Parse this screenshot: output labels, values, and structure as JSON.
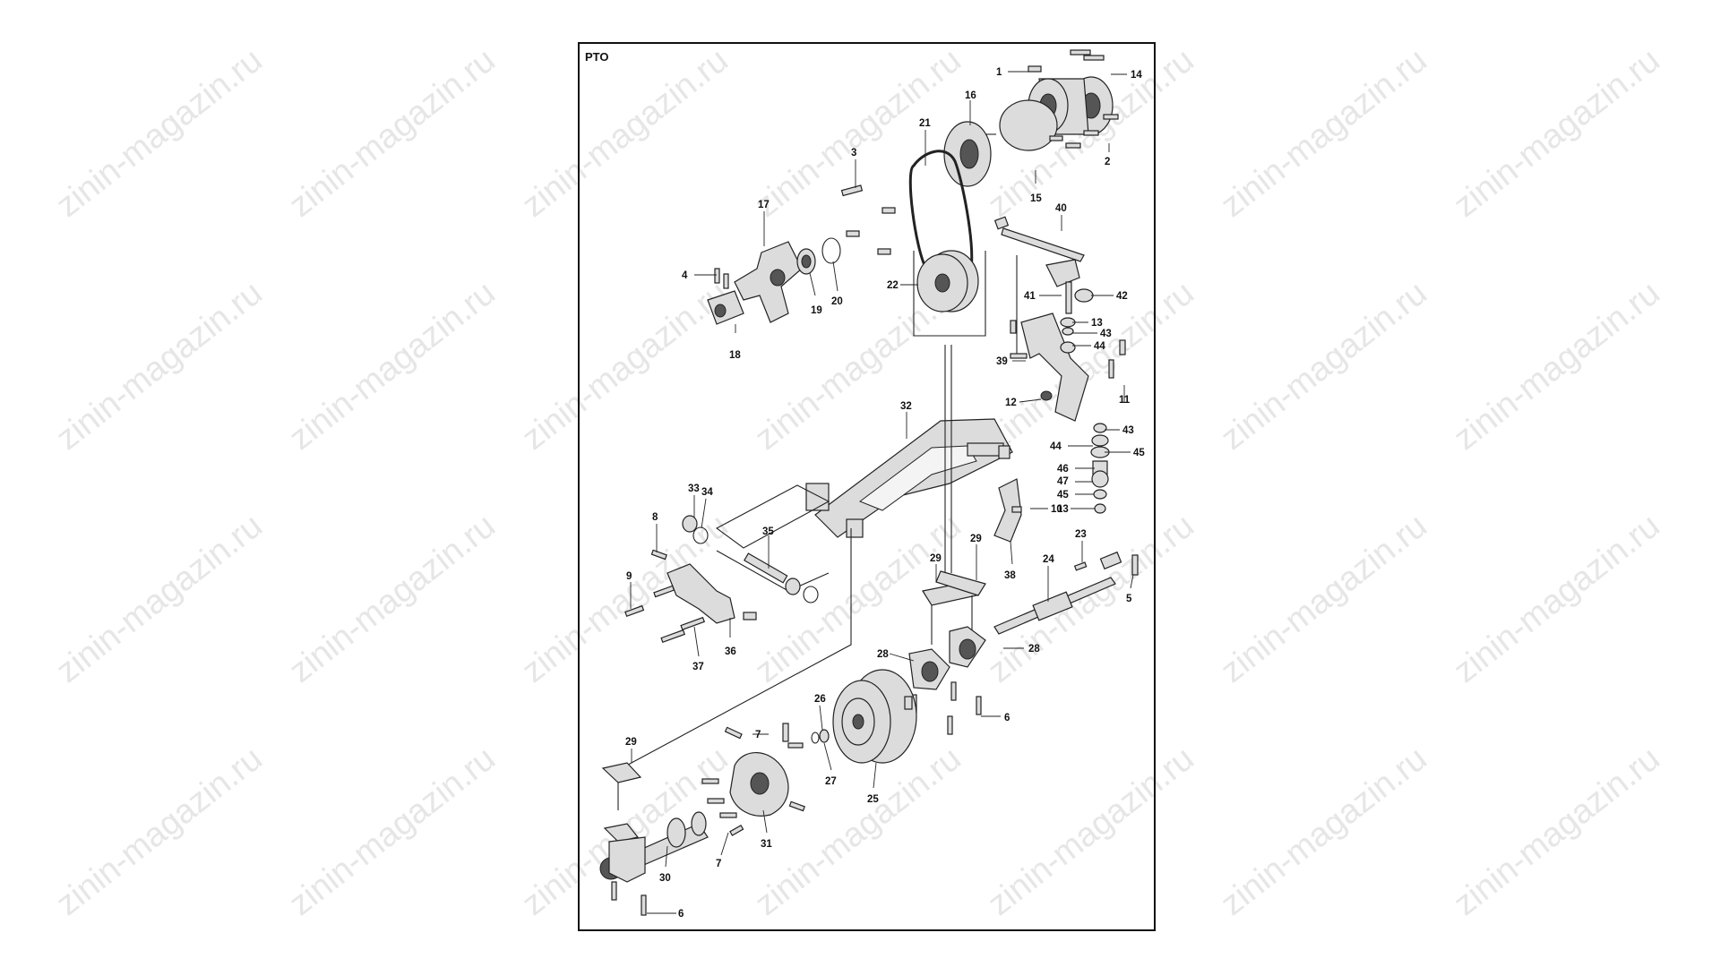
{
  "title": "PTO",
  "watermark": "zinin-magazin.ru",
  "callouts": [
    {
      "id": "c1",
      "label": "1"
    },
    {
      "id": "c14",
      "label": "14"
    },
    {
      "id": "c16",
      "label": "16"
    },
    {
      "id": "c21",
      "label": "21"
    },
    {
      "id": "c2",
      "label": "2"
    },
    {
      "id": "c15",
      "label": "15"
    },
    {
      "id": "c3",
      "label": "3"
    },
    {
      "id": "c40",
      "label": "40"
    },
    {
      "id": "c17",
      "label": "17"
    },
    {
      "id": "c4",
      "label": "4"
    },
    {
      "id": "c19",
      "label": "19"
    },
    {
      "id": "c20",
      "label": "20"
    },
    {
      "id": "c22",
      "label": "22"
    },
    {
      "id": "c41",
      "label": "41"
    },
    {
      "id": "c42",
      "label": "42"
    },
    {
      "id": "c13a",
      "label": "13"
    },
    {
      "id": "c43a",
      "label": "43"
    },
    {
      "id": "c44a",
      "label": "44"
    },
    {
      "id": "c18",
      "label": "18"
    },
    {
      "id": "c39",
      "label": "39"
    },
    {
      "id": "c12",
      "label": "12"
    },
    {
      "id": "c11",
      "label": "11"
    },
    {
      "id": "c32",
      "label": "32"
    },
    {
      "id": "c43b",
      "label": "43"
    },
    {
      "id": "c44b",
      "label": "44"
    },
    {
      "id": "c45a",
      "label": "45"
    },
    {
      "id": "c46",
      "label": "46"
    },
    {
      "id": "c47",
      "label": "47"
    },
    {
      "id": "c45b",
      "label": "45"
    },
    {
      "id": "c13b",
      "label": "13"
    },
    {
      "id": "c10",
      "label": "10"
    },
    {
      "id": "c33",
      "label": "33"
    },
    {
      "id": "c34",
      "label": "34"
    },
    {
      "id": "c8",
      "label": "8"
    },
    {
      "id": "c35",
      "label": "35"
    },
    {
      "id": "c29a",
      "label": "29"
    },
    {
      "id": "c29b",
      "label": "29"
    },
    {
      "id": "c23",
      "label": "23"
    },
    {
      "id": "c24",
      "label": "24"
    },
    {
      "id": "c38",
      "label": "38"
    },
    {
      "id": "c5",
      "label": "5"
    },
    {
      "id": "c9",
      "label": "9"
    },
    {
      "id": "c36",
      "label": "36"
    },
    {
      "id": "c37",
      "label": "37"
    },
    {
      "id": "c28a",
      "label": "28"
    },
    {
      "id": "c28b",
      "label": "28"
    },
    {
      "id": "c6a",
      "label": "6"
    },
    {
      "id": "c26",
      "label": "26"
    },
    {
      "id": "c7a",
      "label": "7"
    },
    {
      "id": "c29c",
      "label": "29"
    },
    {
      "id": "c27",
      "label": "27"
    },
    {
      "id": "c25",
      "label": "25"
    },
    {
      "id": "c31",
      "label": "31"
    },
    {
      "id": "c30",
      "label": "30"
    },
    {
      "id": "c7b",
      "label": "7"
    },
    {
      "id": "c6b",
      "label": "6"
    }
  ]
}
